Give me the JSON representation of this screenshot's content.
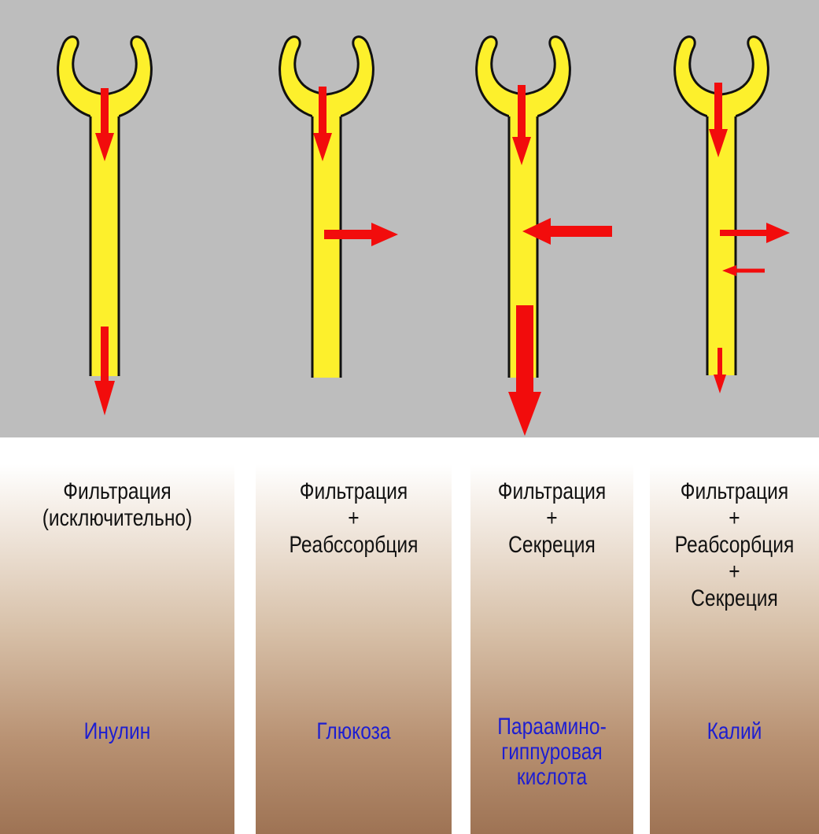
{
  "colors": {
    "background_top": "#bdbdbd",
    "tubule_fill": "#fdf02c",
    "tubule_outline": "#111111",
    "arrow": "#f20c0c",
    "process_text": "#111111",
    "substance_text": "#1d1ed1"
  },
  "columns": [
    {
      "process_lines": [
        "Фильтрация",
        "(исключительно)"
      ],
      "substance_lines": [
        "Инулин"
      ],
      "arrows": [
        "filtration-in",
        "excretion-out"
      ]
    },
    {
      "process_lines": [
        "Фильтрация",
        "+",
        "Реабссорбция"
      ],
      "substance_lines": [
        "Глюкоза"
      ],
      "arrows": [
        "filtration-in",
        "reabsorption-out"
      ]
    },
    {
      "process_lines": [
        "Фильтрация",
        "+",
        "Секреция"
      ],
      "substance_lines": [
        "Парааминo-",
        "гиппуровая",
        "кислота"
      ],
      "arrows": [
        "filtration-in",
        "secretion-in",
        "excretion-out-large"
      ]
    },
    {
      "process_lines": [
        "Фильтрация",
        "+",
        "Реабсорбция",
        "+",
        "Секреция"
      ],
      "substance_lines": [
        "Калий"
      ],
      "arrows": [
        "filtration-in",
        "reabsorption-out",
        "secretion-in-small",
        "excretion-out-small"
      ]
    }
  ]
}
